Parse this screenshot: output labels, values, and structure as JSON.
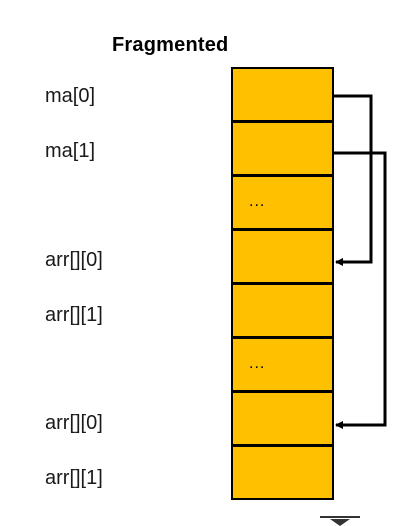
{
  "title": "Fragmented",
  "labels": [
    "ma[0]",
    "ma[1]",
    "arr[][0]",
    "arr[][1]",
    "arr[][0]",
    "arr[][1]"
  ],
  "cells": [
    {
      "text": ""
    },
    {
      "text": ""
    },
    {
      "text": "..."
    },
    {
      "text": ""
    },
    {
      "text": ""
    },
    {
      "text": "..."
    },
    {
      "text": ""
    },
    {
      "text": ""
    }
  ],
  "colors": {
    "cell_fill": "#ffc000",
    "cell_border": "#000000",
    "arrow": "#000000"
  },
  "arrows": [
    {
      "from": "ma[0]",
      "to": "arr[][0]"
    },
    {
      "from": "ma[1]",
      "to": "arr[][0]"
    }
  ]
}
